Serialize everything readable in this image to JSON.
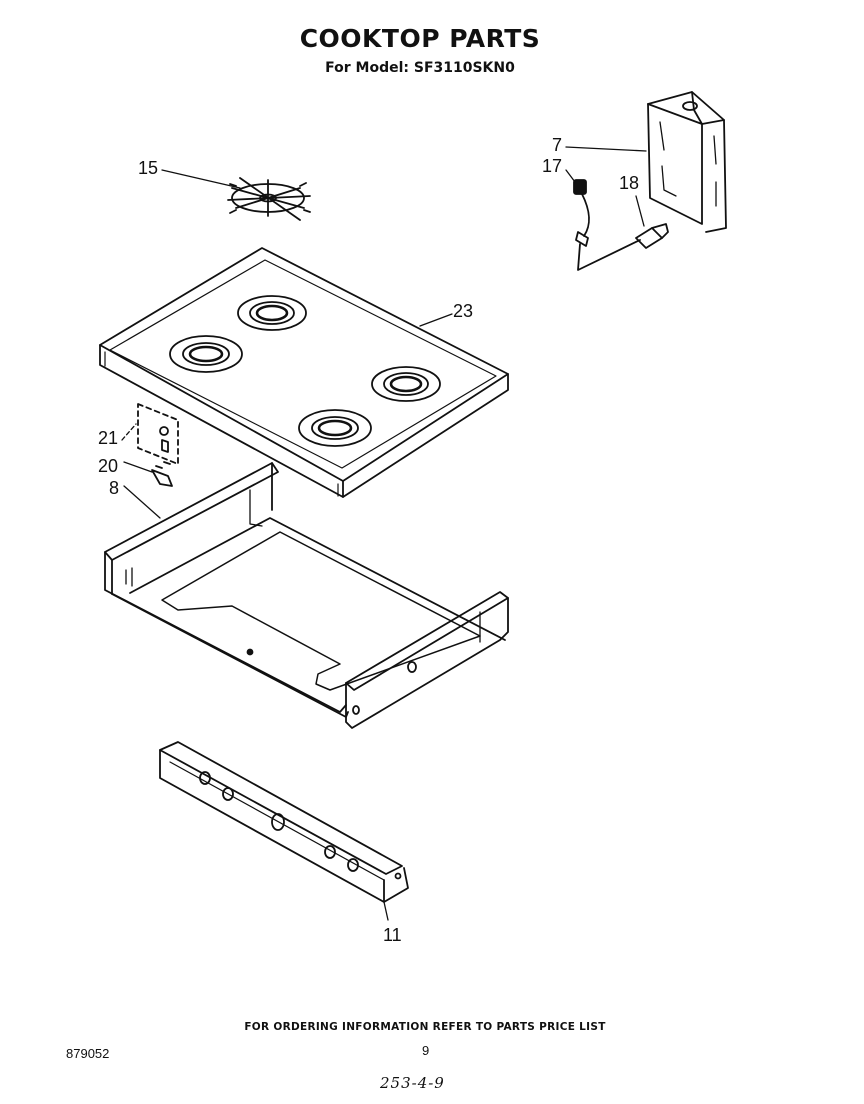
{
  "header": {
    "title": "COOKTOP PARTS",
    "subtitle": "For Model: SF3110SKN0"
  },
  "callouts": {
    "c7": "7",
    "c17": "17",
    "c18": "18",
    "c15": "15",
    "c23": "23",
    "c21": "21",
    "c20": "20",
    "c8": "8",
    "c11": "11"
  },
  "footer": {
    "ordering_note": "FOR ORDERING INFORMATION REFER TO PARTS PRICE LIST",
    "doc_number": "879052",
    "page_number": "9",
    "handwritten_ref": "253-4-9"
  }
}
